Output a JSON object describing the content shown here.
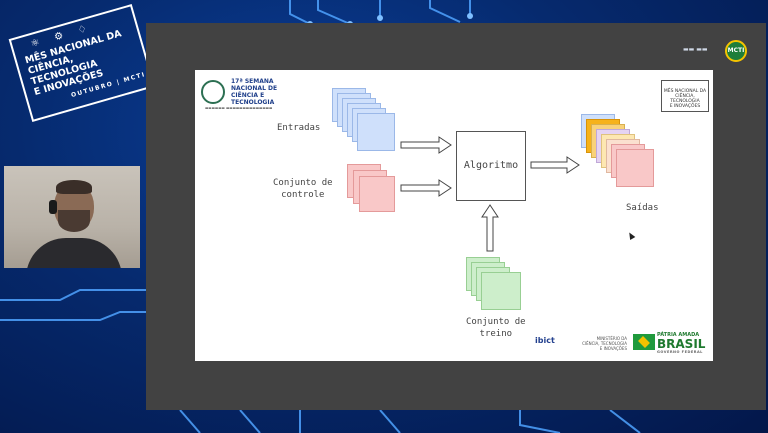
{
  "event_badge": {
    "line1": "MÊS NACIONAL DA",
    "line2": "CIÊNCIA, TECNOLOGIA",
    "line3": "E INOVAÇÕES",
    "line4": "OUTUBRO | MCTI"
  },
  "header_logo": {
    "text": "MCTI"
  },
  "slide": {
    "logo_left": {
      "line1": "17ª SEMANA",
      "line2": "NACIONAL DE",
      "line3": "CIÊNCIA E",
      "line4": "TECNOLOGIA"
    },
    "badge": {
      "line1": "MÊS NACIONAL DA",
      "line2": "CIÊNCIA, TECNOLOGIA",
      "line3": "E INOVAÇÕES"
    },
    "diagram": {
      "entradas": "Entradas",
      "controle_line1": "Conjunto de",
      "controle_line2": "controle",
      "algoritmo": "Algoritmo",
      "saidas": "Saídas",
      "treino_line1": "Conjunto de",
      "treino_line2": "treino"
    },
    "footer": {
      "ibict": "ibict",
      "ministerio_line1": "MINISTÉRIO DA",
      "ministerio_line2": "CIÊNCIA, TECNOLOGIA",
      "ministerio_line3": "E INOVAÇÕES",
      "patria": "PÁTRIA AMADA",
      "brasil": "BRASIL",
      "governo": "GOVERNO FEDERAL"
    }
  },
  "colors": {
    "background": "#062a6e",
    "blue_squares": "#cfe0fb",
    "red_squares": "#f9c8c8",
    "green_squares": "#cdeecb",
    "output_colors": [
      "#cfe0fb",
      "#f6b21b",
      "#f9d27a",
      "#e5d3f2",
      "#fde7b2",
      "#fbe0cf",
      "#f9c8c8"
    ]
  }
}
